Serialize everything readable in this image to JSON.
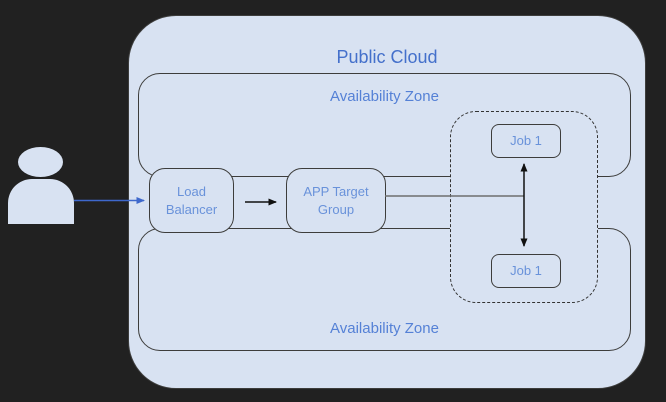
{
  "colors": {
    "background": "#212121",
    "fill": "#d8e2f2",
    "border": "#3d3d3c",
    "title_text": "#4470cb",
    "zone_text": "#5581d6",
    "node_text": "#6992da",
    "blue_arrow": "#3e68cc",
    "black_arrow": "#111111",
    "gray_line": "#6e6e6e"
  },
  "diagram": {
    "title": "Public Cloud",
    "zones": [
      {
        "label": "Availability Zone",
        "position": "top"
      },
      {
        "label": "Availability Zone",
        "position": "bottom"
      }
    ],
    "nodes": {
      "load_balancer": {
        "label": "Load Balancer"
      },
      "app_target_group": {
        "label": "APP Target Group"
      },
      "job_top": {
        "label": "Job 1"
      },
      "job_bottom": {
        "label": "Job 1"
      }
    },
    "actor": {
      "icon": "person-icon"
    },
    "connections": [
      {
        "from": "user",
        "to": "load-balancer",
        "style": "blue-arrow"
      },
      {
        "from": "load-balancer",
        "to": "app-target-group",
        "style": "black-arrow"
      },
      {
        "from": "app-target-group",
        "to": "job-group",
        "style": "gray-line"
      },
      {
        "from": "job-top",
        "to": "job-bottom",
        "style": "double-arrow"
      }
    ]
  }
}
